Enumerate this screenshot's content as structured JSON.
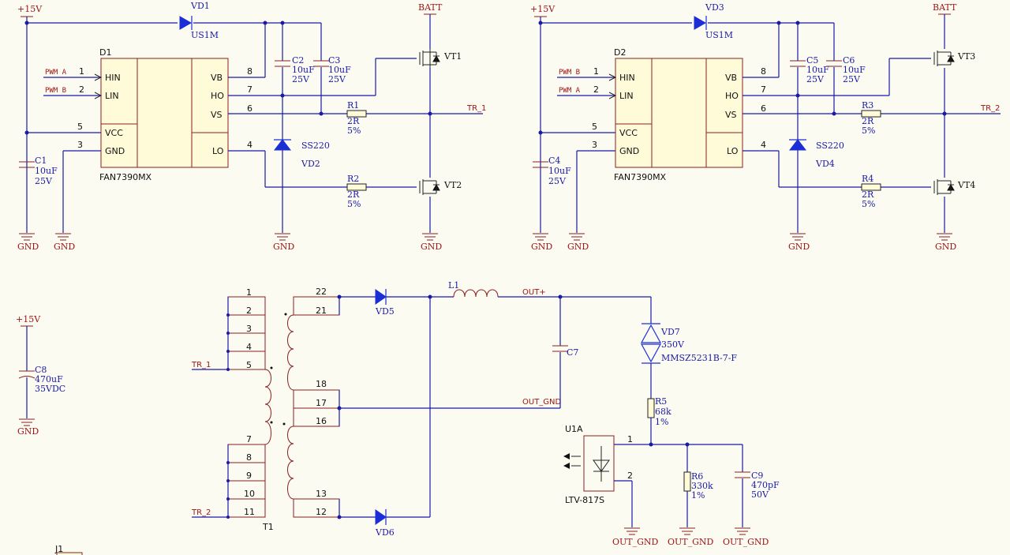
{
  "power": {
    "vcc15": "+15V",
    "batt": "BATT",
    "gnd": "GND",
    "out_gnd": "OUT_GND"
  },
  "nets": {
    "pwm_a": "PWM A",
    "pwm_b": "PWM B",
    "tr1": "TR_1",
    "tr2": "TR_2",
    "out_plus": "OUT+",
    "out_gnd": "OUT_GND"
  },
  "drivers": [
    {
      "ref": "D1",
      "part": "FAN7390MX"
    },
    {
      "ref": "D2",
      "part": "FAN7390MX"
    }
  ],
  "driver_pins": {
    "hin": "HIN",
    "lin": "LIN",
    "vcc": "VCC",
    "gnd": "GND",
    "vb": "VB",
    "ho": "HO",
    "vs": "VS",
    "lo": "LO",
    "n1": "1",
    "n2": "2",
    "n3": "3",
    "n4": "4",
    "n5": "5",
    "n6": "6",
    "n7": "7",
    "n8": "8"
  },
  "components": {
    "VD1": {
      "ref": "VD1",
      "value": "US1M"
    },
    "VD3": {
      "ref": "VD3",
      "value": "US1M"
    },
    "VD2": {
      "ref": "VD2",
      "value": "SS220"
    },
    "VD4": {
      "ref": "VD4",
      "value": "SS220"
    },
    "C1": {
      "ref": "C1",
      "value": "10uF",
      "rating": "25V"
    },
    "C2": {
      "ref": "C2",
      "value": "10uF",
      "rating": "25V"
    },
    "C3": {
      "ref": "C3",
      "value": "10uF",
      "rating": "25V"
    },
    "C4": {
      "ref": "C4",
      "value": "10uF",
      "rating": "25V"
    },
    "C5": {
      "ref": "C5",
      "value": "10uF",
      "rating": "25V"
    },
    "C6": {
      "ref": "C6",
      "value": "10uF",
      "rating": "25V"
    },
    "R1": {
      "ref": "R1",
      "value": "2R",
      "tol": "5%"
    },
    "R2": {
      "ref": "R2",
      "value": "2R",
      "tol": "5%"
    },
    "R3": {
      "ref": "R3",
      "value": "2R",
      "tol": "5%"
    },
    "R4": {
      "ref": "R4",
      "value": "2R",
      "tol": "5%"
    },
    "VT1": {
      "ref": "VT1"
    },
    "VT2": {
      "ref": "VT2"
    },
    "VT3": {
      "ref": "VT3"
    },
    "VT4": {
      "ref": "VT4"
    },
    "C8": {
      "ref": "C8",
      "value": "470uF",
      "rating": "35VDC"
    },
    "T1": {
      "ref": "T1"
    },
    "VD5": {
      "ref": "VD5"
    },
    "VD6": {
      "ref": "VD6"
    },
    "L1": {
      "ref": "L1"
    },
    "C7": {
      "ref": "C7"
    },
    "VD7": {
      "ref": "VD7",
      "value": "350V",
      "part": "MMSZ5231B-7-F"
    },
    "R5": {
      "ref": "R5",
      "value": "68k",
      "tol": "1%"
    },
    "R6": {
      "ref": "R6",
      "value": "330k",
      "tol": "1%"
    },
    "C9": {
      "ref": "C9",
      "value": "470pF",
      "rating": "50V"
    },
    "U1A": {
      "ref": "U1A",
      "part": "LTV-817S",
      "pin1": "1",
      "pin2": "2"
    },
    "J1": {
      "ref": "J1"
    }
  },
  "t1_pins": {
    "left_top": [
      "1",
      "2",
      "3",
      "4",
      "5"
    ],
    "left_bottom": [
      "7",
      "8",
      "9",
      "10",
      "11"
    ],
    "right_top": [
      "22",
      "21"
    ],
    "right_mid": [
      "18",
      "17",
      "16"
    ],
    "right_bottom": [
      "13",
      "12"
    ]
  },
  "colors": {
    "wire": "#1a1aa6",
    "body_fill": "#fffbd8",
    "body_stroke": "#8a1f1f",
    "power": "#a01515",
    "diode": "#1c2fd6",
    "background": "#fbfbf2"
  }
}
